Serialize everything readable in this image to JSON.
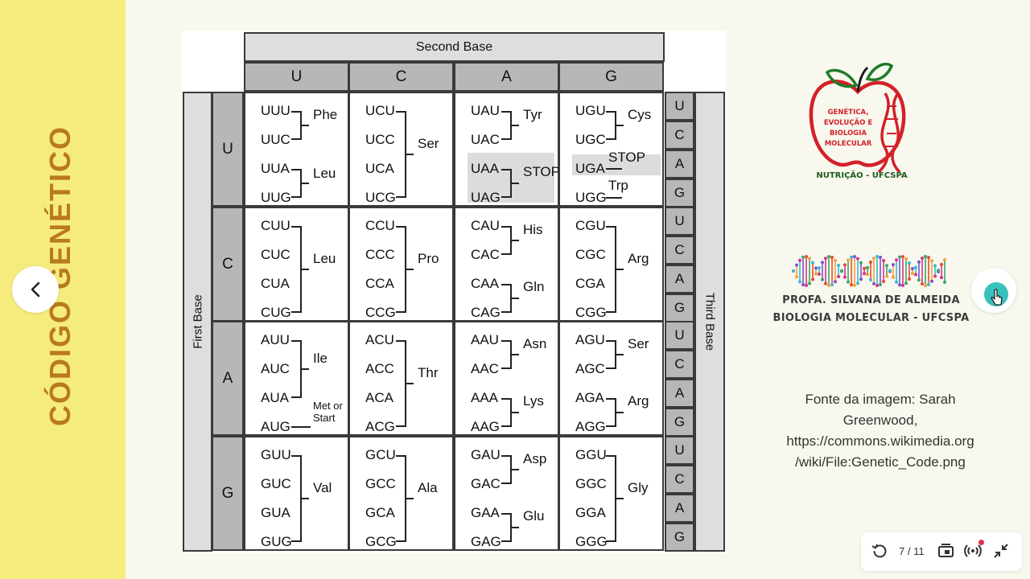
{
  "side_title": "CÓDIGO GENÉTICO",
  "colors": {
    "side_strip": "#f6ec7e",
    "side_title": "#b97a1e",
    "accent_next": "#36c1ba",
    "apple_red": "#d4202a",
    "leaf_green": "#1f7a2a"
  },
  "table": {
    "second_base_label": "Second Base",
    "first_base_label": "First Base",
    "third_base_label": "Third Base",
    "second_bases": [
      "U",
      "C",
      "A",
      "G"
    ],
    "first_bases": [
      "U",
      "C",
      "A",
      "G"
    ],
    "third_bases": [
      "U",
      "C",
      "A",
      "G",
      "U",
      "C",
      "A",
      "G",
      "U",
      "C",
      "A",
      "G",
      "U",
      "C",
      "A",
      "G"
    ],
    "cells": [
      {
        "codons": [
          "UUU",
          "UUC",
          "UUA",
          "UUG"
        ],
        "groups": [
          {
            "label": "Phe"
          },
          {
            "label": "Leu"
          }
        ]
      },
      {
        "codons": [
          "UCU",
          "UCC",
          "UCA",
          "UCG"
        ],
        "groups": [
          {
            "label": "Ser"
          }
        ]
      },
      {
        "codons": [
          "UAU",
          "UAC",
          "UAA",
          "UAG"
        ],
        "groups": [
          {
            "label": "Tyr"
          },
          {
            "label": "STOP"
          }
        ]
      },
      {
        "codons": [
          "UGU",
          "UGC",
          "UGA",
          "UGG"
        ],
        "groups": [
          {
            "label": "Cys"
          },
          {
            "label": "STOP"
          },
          {
            "label": "Trp"
          }
        ]
      },
      {
        "codons": [
          "CUU",
          "CUC",
          "CUA",
          "CUG"
        ],
        "groups": [
          {
            "label": "Leu"
          }
        ]
      },
      {
        "codons": [
          "CCU",
          "CCC",
          "CCA",
          "CCG"
        ],
        "groups": [
          {
            "label": "Pro"
          }
        ]
      },
      {
        "codons": [
          "CAU",
          "CAC",
          "CAA",
          "CAG"
        ],
        "groups": [
          {
            "label": "His"
          },
          {
            "label": "Gln"
          }
        ]
      },
      {
        "codons": [
          "CGU",
          "CGC",
          "CGA",
          "CGG"
        ],
        "groups": [
          {
            "label": "Arg"
          }
        ]
      },
      {
        "codons": [
          "AUU",
          "AUC",
          "AUA",
          "AUG"
        ],
        "groups": [
          {
            "label": "Ile"
          },
          {
            "label": "Met or Start"
          }
        ]
      },
      {
        "codons": [
          "ACU",
          "ACC",
          "ACA",
          "ACG"
        ],
        "groups": [
          {
            "label": "Thr"
          }
        ]
      },
      {
        "codons": [
          "AAU",
          "AAC",
          "AAA",
          "AAG"
        ],
        "groups": [
          {
            "label": "Asn"
          },
          {
            "label": "Lys"
          }
        ]
      },
      {
        "codons": [
          "AGU",
          "AGC",
          "AGA",
          "AGG"
        ],
        "groups": [
          {
            "label": "Ser"
          },
          {
            "label": "Arg"
          }
        ]
      },
      {
        "codons": [
          "GUU",
          "GUC",
          "GUA",
          "GUG"
        ],
        "groups": [
          {
            "label": "Val"
          }
        ]
      },
      {
        "codons": [
          "GCU",
          "GCC",
          "GCA",
          "GCG"
        ],
        "groups": [
          {
            "label": "Ala"
          }
        ]
      },
      {
        "codons": [
          "GAU",
          "GAC",
          "GAA",
          "GAG"
        ],
        "groups": [
          {
            "label": "Asp"
          },
          {
            "label": "Glu"
          }
        ]
      },
      {
        "codons": [
          "GGU",
          "GGC",
          "GGA",
          "GGG"
        ],
        "groups": [
          {
            "label": "Gly"
          }
        ]
      }
    ]
  },
  "logo_apple": {
    "lines": [
      "GENÉTICA,",
      "EVOLUÇÃO E",
      "BIOLOGIA",
      "MOLECULAR"
    ],
    "caption": "NUTRIÇÃO - UFCSPA"
  },
  "logo_dna": {
    "line1": "PROFA. SILVANA DE ALMEIDA",
    "line2": "BIOLOGIA MOLECULAR - UFCSPA"
  },
  "source_lines": [
    "Fonte da imagem: Sarah",
    "Greenwood,",
    "https://commons.wikimedia.org",
    "/wiki/File:Genetic_Code.png"
  ],
  "controls": {
    "page_indicator": "7 / 11",
    "icons": [
      "rewind-icon",
      "window-icon",
      "broadcast-icon",
      "collapse-icon"
    ]
  }
}
